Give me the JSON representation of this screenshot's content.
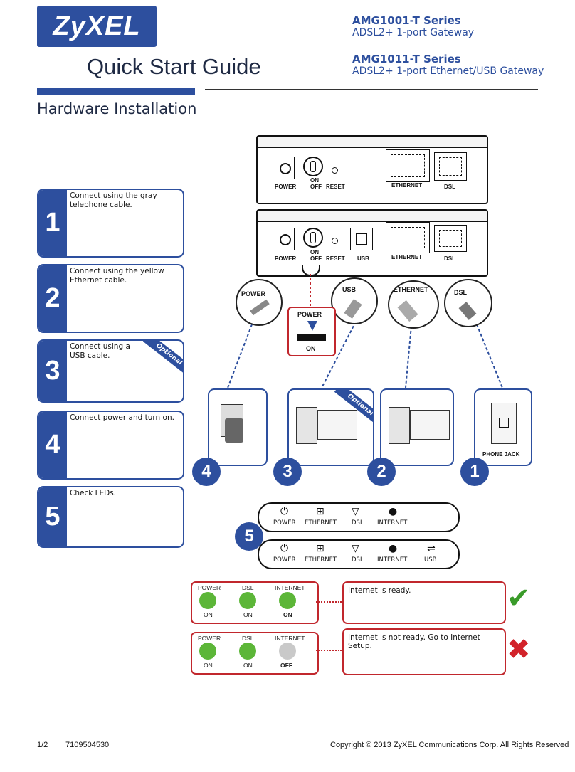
{
  "header": {
    "logo": "ZyXEL",
    "title": "Quick Start Guide",
    "models": [
      {
        "name": "AMG1001-T Series",
        "desc": "ADSL2+ 1-port Gateway"
      },
      {
        "name": "AMG1011-T Series",
        "desc": "ADSL2+ 1-port Ethernet/USB Gateway"
      }
    ],
    "section": "Hardware Installation"
  },
  "steps": [
    {
      "num": "1",
      "text": "Connect using the gray telephone cable."
    },
    {
      "num": "2",
      "text": "Connect using the yellow Ethernet cable."
    },
    {
      "num": "3",
      "text": "Connect using a USB cable.",
      "badge": "Optional"
    },
    {
      "num": "4",
      "text": "Connect power and turn on."
    },
    {
      "num": "5",
      "text": "Check LEDs."
    }
  ],
  "devices": {
    "top_ports": [
      "POWER",
      "ON",
      "OFF",
      "RESET",
      "ETHERNET",
      "DSL"
    ],
    "bottom_ports": [
      "POWER",
      "ON",
      "OFF",
      "RESET",
      "USB",
      "ETHERNET",
      "DSL"
    ],
    "callouts": [
      "POWER",
      "USB",
      "ETHERNET",
      "DSL"
    ],
    "switch": {
      "label": "POWER",
      "state": "ON"
    },
    "pc_badge": "Optional",
    "phone_jack": "PHONE JACK",
    "numbers": [
      "4",
      "3",
      "2",
      "1"
    ],
    "led_step": "5"
  },
  "leds": {
    "row1": [
      "POWER",
      "ETHERNET",
      "DSL",
      "INTERNET"
    ],
    "row2": [
      "POWER",
      "ETHERNET",
      "DSL",
      "INTERNET",
      "USB"
    ]
  },
  "status": [
    {
      "headers": [
        "POWER",
        "DSL",
        "INTERNET"
      ],
      "states": [
        "ON",
        "ON",
        "ON"
      ],
      "colors": [
        "#5cb638",
        "#5cb638",
        "#5cb638"
      ],
      "message": "Internet is ready.",
      "mark": "✔",
      "mark_color": "#3a9b2a"
    },
    {
      "headers": [
        "POWER",
        "DSL",
        "INTERNET"
      ],
      "states": [
        "ON",
        "ON",
        "OFF"
      ],
      "colors": [
        "#5cb638",
        "#5cb638",
        "#c9c9c9"
      ],
      "message": "Internet is not ready. Go to Internet Setup.",
      "mark": "✖",
      "mark_color": "#d2232a"
    }
  ],
  "footer": {
    "page": "1/2",
    "code": "7109504530",
    "copyright": "Copyright © 2013 ZyXEL Communications Corp. All Rights Reserved"
  }
}
